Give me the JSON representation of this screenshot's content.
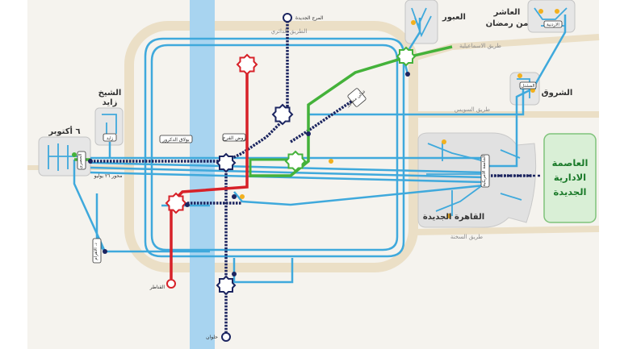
{
  "roads": {
    "ring": "الطريق الدائري",
    "ismailia": "طريق الاسماعيلية",
    "suez": "طريق السويس",
    "sokhna": "طريق السخنة"
  },
  "cities": {
    "zayed_line1": "الشيخ",
    "zayed_line2": "زايد",
    "october": "٦ أكتوبر",
    "obour": "العبور",
    "tenth_line1": "العاشر",
    "tenth_line2": "من رمضان",
    "shorouk": "الشروق",
    "new_cairo": "القاهرة الجديدة",
    "capital_line1": "العاصمة",
    "capital_line2": "الادارية",
    "capital_line3": "الجديدة"
  },
  "stations": {
    "new_marg": "المرج الجديدة",
    "bolak_dakrour": "بولاق الدكرور",
    "rod_farag": "روض الفرج",
    "zayed": "زايد",
    "july_axis": "محور ٢٦ يوليو",
    "qanater": "القناطر",
    "helwan": "حلوان",
    "haram": "د. الاهرام",
    "hosary": "الحصري",
    "american_university": "الجامعة الامريكية",
    "adly_mansour": "عدلي منصور",
    "mashtal": "المشتل",
    "ardia": "الاردنية"
  },
  "colors": {
    "light_blue_line": "#3fa9dc",
    "navy_line": "#1c2560",
    "red_line": "#d72128",
    "green_line": "#44b23a",
    "yellow_stop": "#f2b01e",
    "nile": "#a8d4f0",
    "ring_road": "#ebdfc6",
    "capital_fill": "#d9efd6"
  }
}
